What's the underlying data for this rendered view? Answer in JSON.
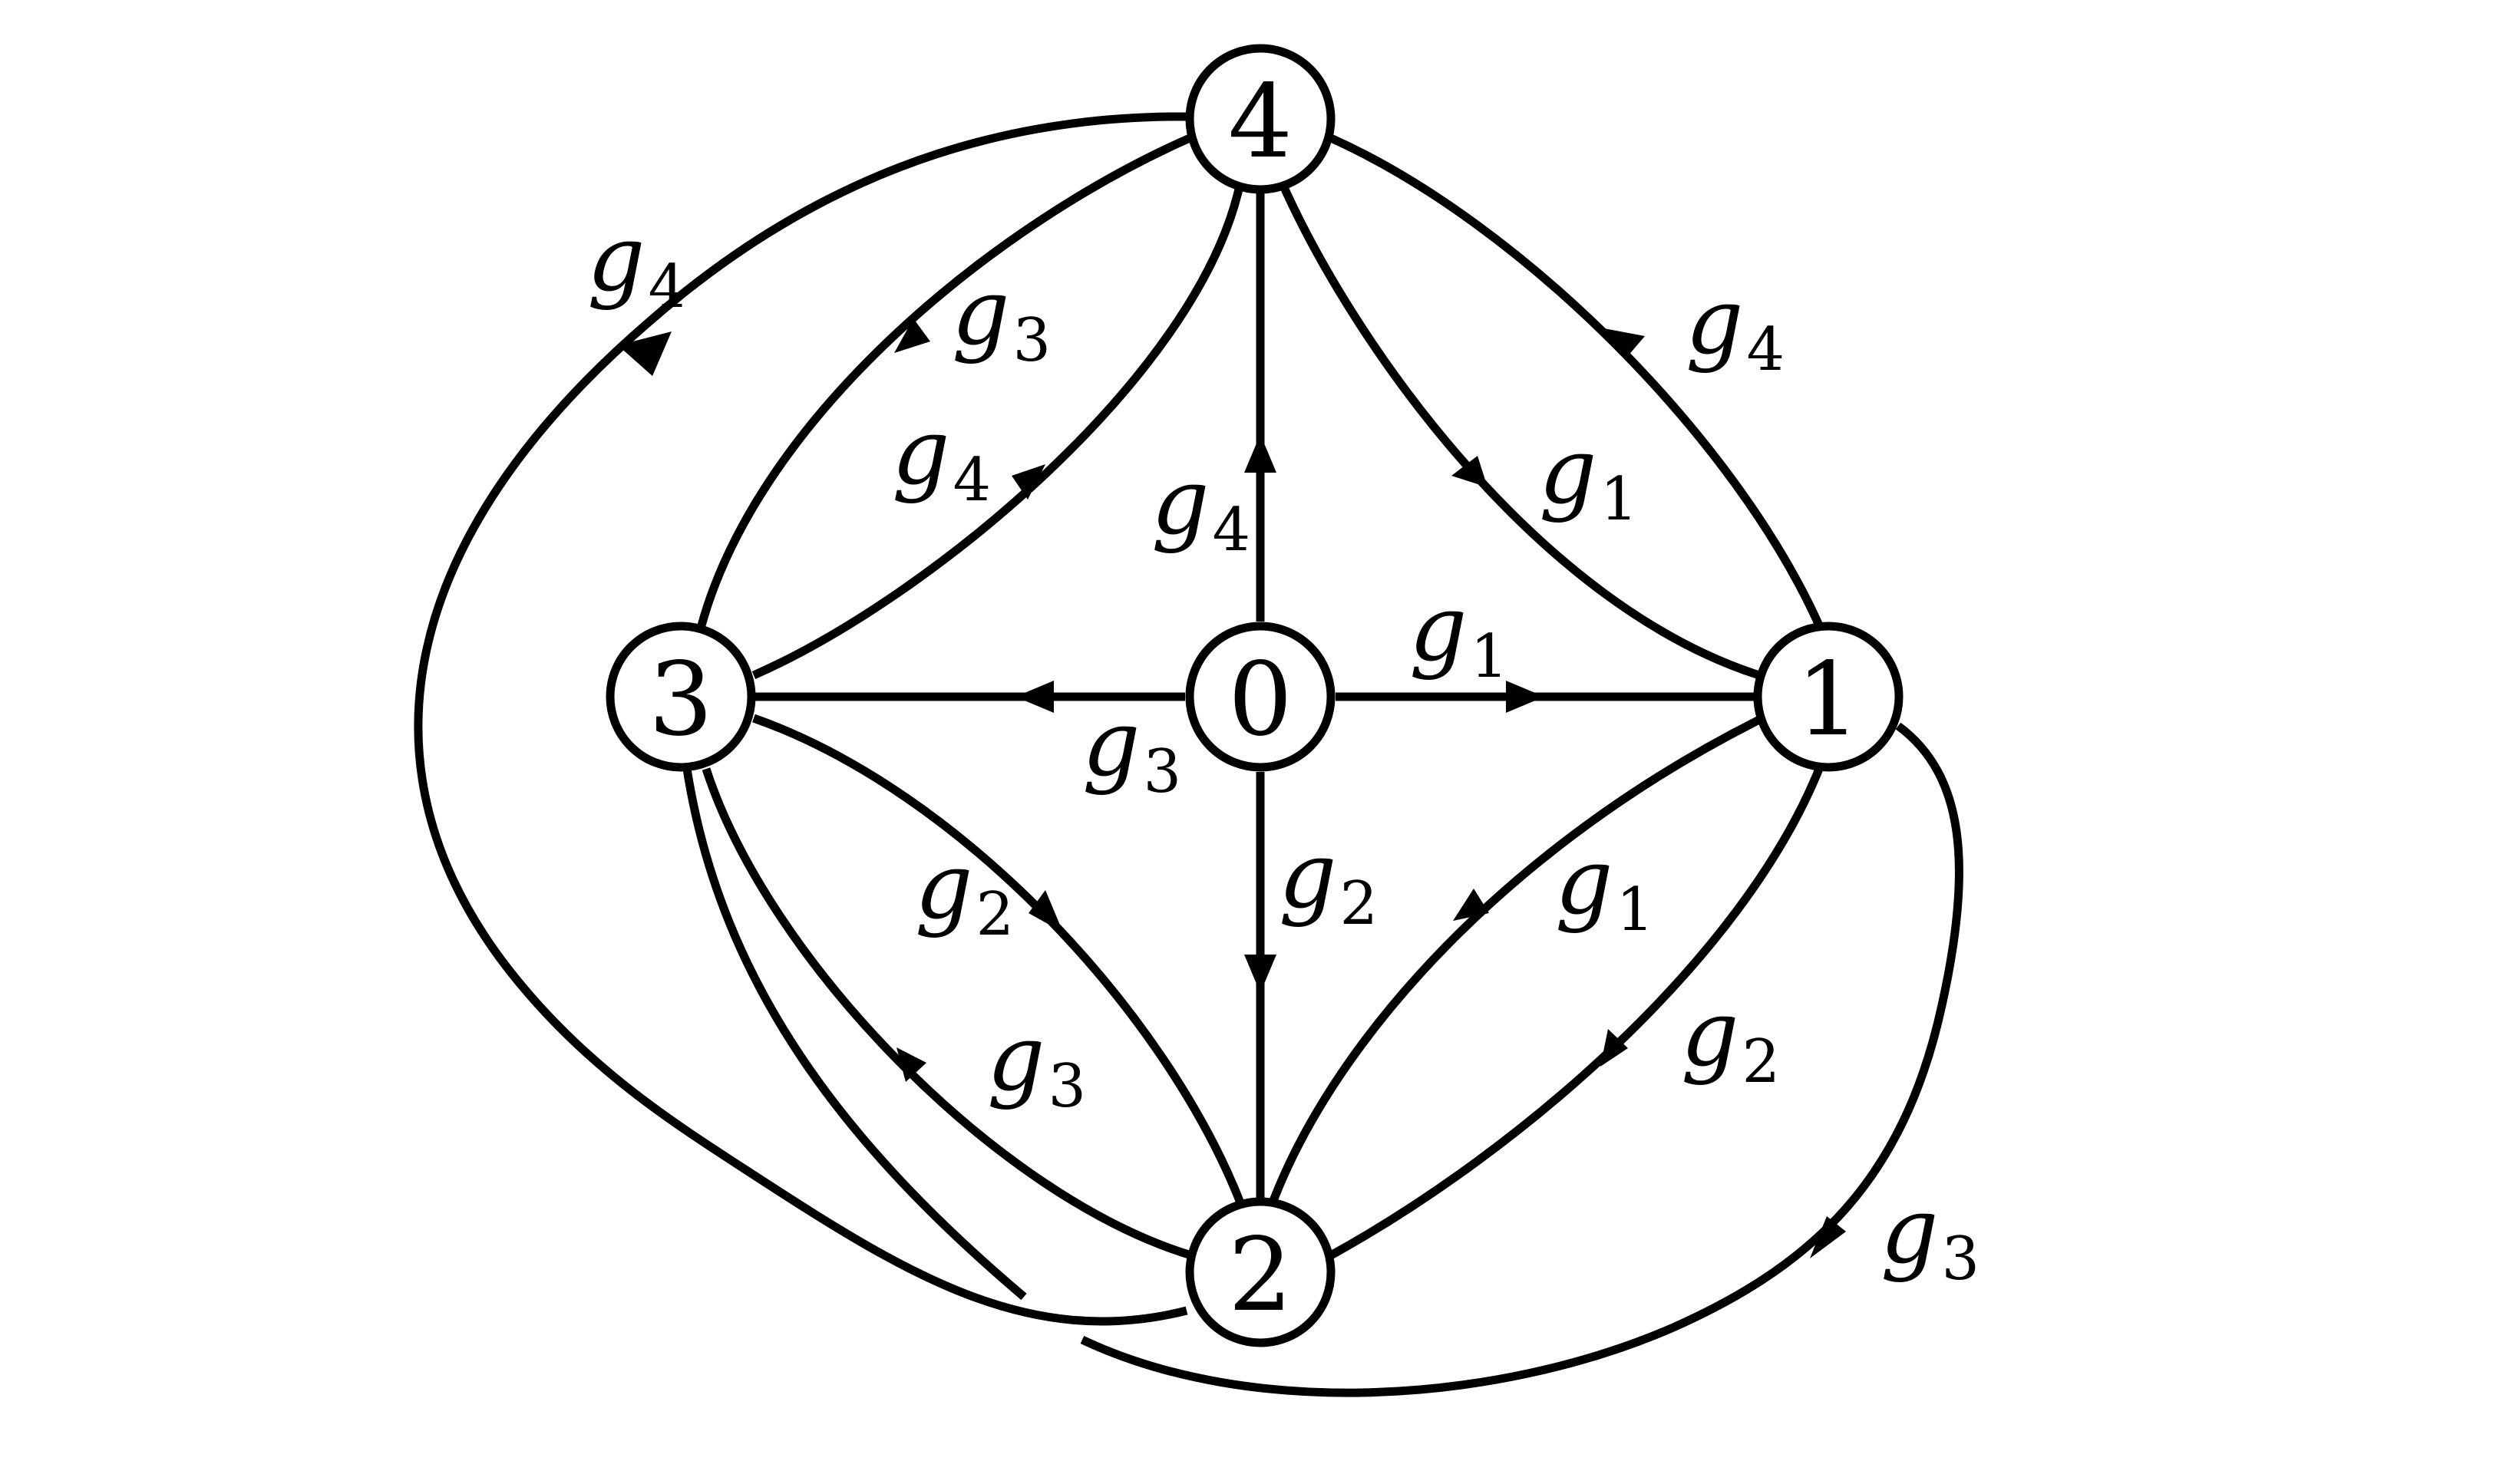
{
  "nodes": [
    {
      "id": "0",
      "label": "0"
    },
    {
      "id": "1",
      "label": "1"
    },
    {
      "id": "2",
      "label": "2"
    },
    {
      "id": "3",
      "label": "3"
    },
    {
      "id": "4",
      "label": "4"
    }
  ],
  "edge_labels": {
    "e_0_1": {
      "base": "g",
      "sub": "1"
    },
    "e_0_2": {
      "base": "g",
      "sub": "2"
    },
    "e_0_3": {
      "base": "g",
      "sub": "3"
    },
    "e_0_4": {
      "base": "g",
      "sub": "4"
    },
    "e_4_1": {
      "base": "g",
      "sub": "1"
    },
    "e_1_4": {
      "base": "g",
      "sub": "4"
    },
    "e_2_1": {
      "base": "g",
      "sub": "1"
    },
    "e_1_2": {
      "base": "g",
      "sub": "2"
    },
    "e_4_3": {
      "base": "g",
      "sub": "3"
    },
    "e_3_4": {
      "base": "g",
      "sub": "4"
    },
    "e_3_2": {
      "base": "g",
      "sub": "2"
    },
    "e_2_3": {
      "base": "g",
      "sub": "3"
    },
    "e_2_4_outer": {
      "base": "g",
      "sub": "4"
    },
    "e_1_3_outer": {
      "base": "g",
      "sub": "3"
    }
  },
  "colors": {
    "stroke": "#000000",
    "background": "#ffffff"
  }
}
